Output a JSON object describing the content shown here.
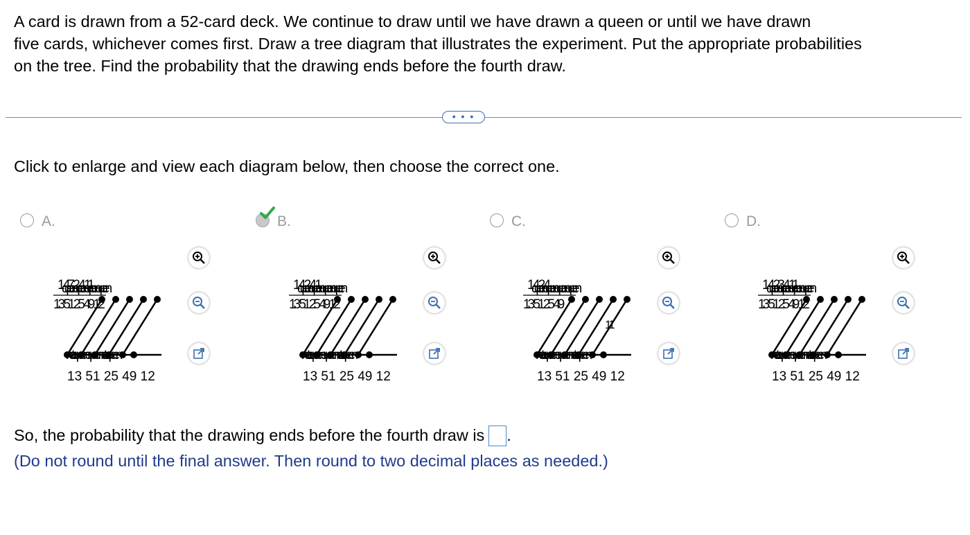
{
  "question": {
    "line1": "A card is drawn from a 52-card deck. We continue to draw until we have drawn a queen or until we have drawn",
    "line2": "five cards, whichever comes first. Draw a tree diagram that illustrates the experiment. Put the appropriate probabilities",
    "line3": "on the tree. Find the probability that the drawing ends before the fourth draw."
  },
  "more_button": {
    "label": "• • •"
  },
  "instruction": "Click to enlarge and view each diagram below, then choose the correct one.",
  "options": [
    {
      "letter": "A.",
      "selected": false,
      "top_numbers": "1 47 2 4 11",
      "top_words": "queen queen queen queen",
      "mid_numbers": "13 51 25 49 12",
      "bottom_words": "not a queen queen not a queen",
      "bottom_numbers": "13 51 25 49 12"
    },
    {
      "letter": "B.",
      "selected": true,
      "top_numbers": "1 4 2 4 1",
      "top_words": "queen queen queen queen",
      "mid_numbers": "13 51 25 49 12",
      "bottom_words": "not a queen queen not a queen",
      "bottom_numbers": "13 51 25 49 12"
    },
    {
      "letter": "C.",
      "selected": false,
      "top_numbers": "1 4 2 4",
      "top_words": "queen queen queen queen",
      "mid_numbers": "13 51 25 49",
      "extra_number": "11",
      "bottom_words": "not a queen queen not a queen",
      "bottom_numbers": "13 51 25 49 12"
    },
    {
      "letter": "D.",
      "selected": false,
      "top_numbers": "1 4 23 4 11",
      "top_words": "queen queen queen queen",
      "mid_numbers": "13 51 25 49 12",
      "bottom_words": "not a queen queen not a queen",
      "bottom_numbers": "13 51 25 49 12"
    }
  ],
  "icons": {
    "zoom_in": "zoom-in-icon",
    "zoom_out": "zoom-out-icon",
    "expand": "expand-icon",
    "check": "check-icon"
  },
  "answer": {
    "prefix": "So, the probability that the drawing ends before the fourth draw is",
    "suffix": "."
  },
  "note": "(Do not round until the final answer. Then round to two decimal places as needed.)",
  "colors": {
    "accent": "#3a6fb0",
    "note": "#1f3b8c",
    "check": "#2fa84f"
  }
}
